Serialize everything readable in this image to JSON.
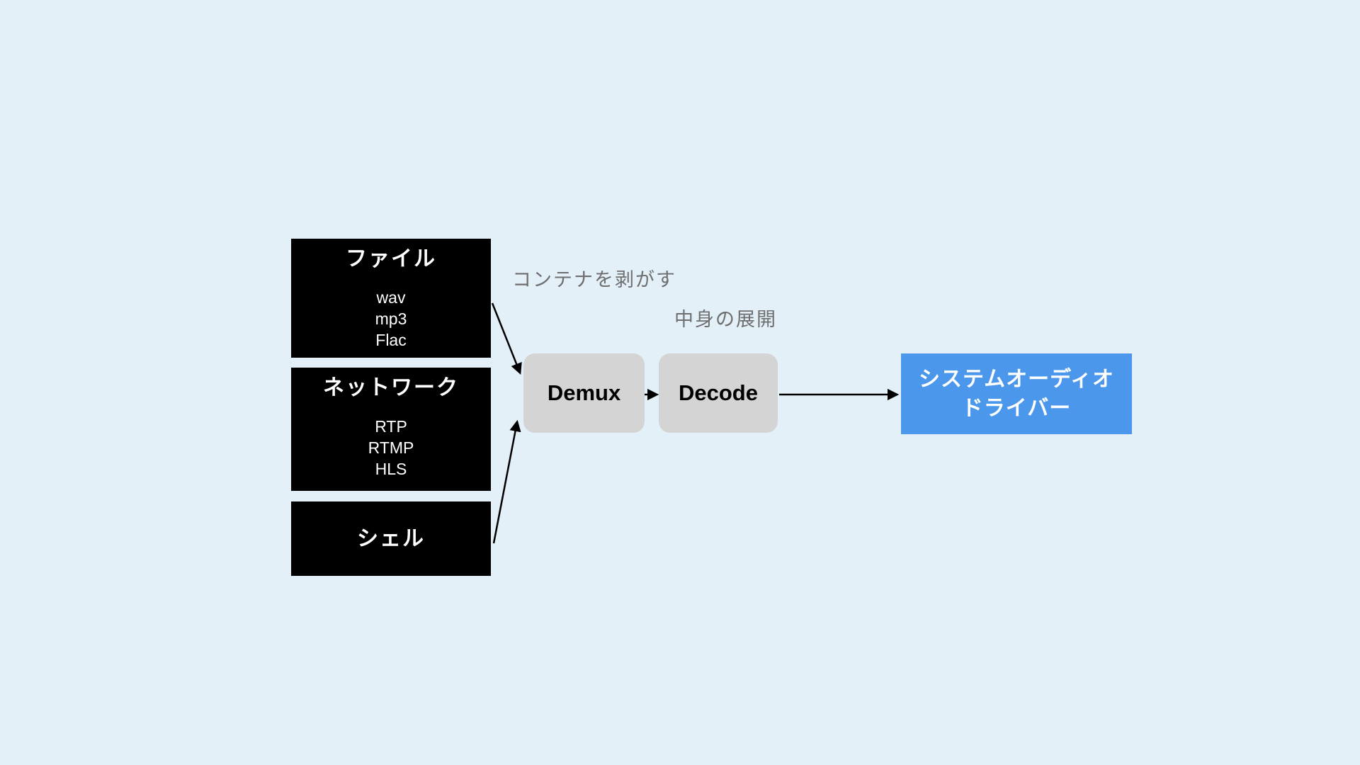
{
  "diagram": {
    "sources": [
      {
        "title": "ファイル",
        "items": [
          "wav",
          "mp3",
          "Flac"
        ]
      },
      {
        "title": "ネットワーク",
        "items": [
          "RTP",
          "RTMP",
          "HLS"
        ]
      },
      {
        "title": "シェル",
        "items": []
      }
    ],
    "stages": [
      {
        "label": "Demux"
      },
      {
        "label": "Decode"
      }
    ],
    "output": {
      "line1": "システムオーディオ",
      "line2": "ドライバー"
    },
    "annotations": {
      "strip_container": "コンテナを剥がす",
      "expand_contents": "中身の展開"
    },
    "colors": {
      "background": "#e4f0f8",
      "source_box": "#000000",
      "source_text": "#ffffff",
      "stage_box": "#d4d4d4",
      "stage_text": "#000000",
      "output_box": "#4a97ec",
      "output_text": "#ffffff",
      "annotation_text": "#6e6e6e",
      "arrow": "#000000"
    }
  }
}
